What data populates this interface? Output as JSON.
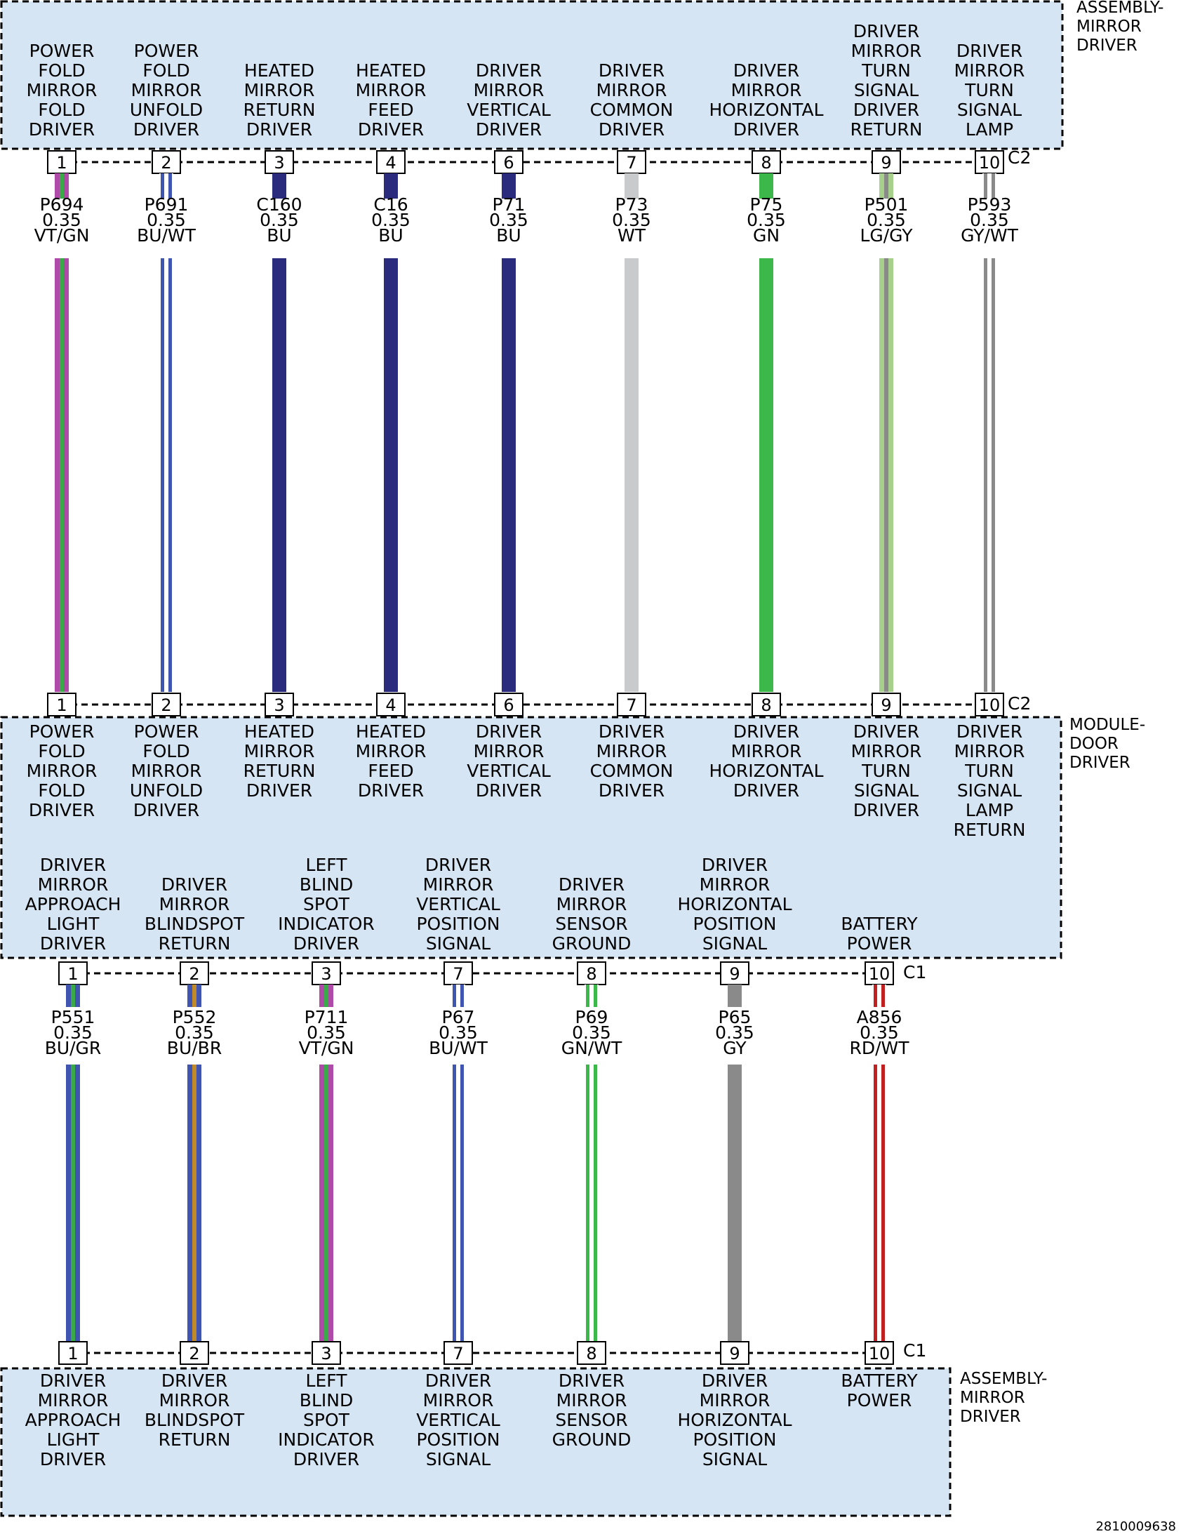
{
  "colors": {
    "panel_fill": "#d6e5f4",
    "border": "#000000",
    "VT": "#b04aa8",
    "GN": "#3aaa48",
    "BU": "#2b2b7e",
    "BU_light": "#3f55b0",
    "WT": "#ffffff",
    "LG": "#a8d08d",
    "GY": "#8a8a8a",
    "GY_light": "#c9cacc",
    "BR": "#c08a2a",
    "GR": "#3aaa48",
    "RD": "#c02020",
    "GN_wire": "#3cb84b"
  },
  "components": {
    "mirror_top": "ASSEMBLY-\nMIRROR\nDRIVER",
    "door_module": "MODULE-\nDOOR\nDRIVER",
    "mirror_bottom": "ASSEMBLY-\nMIRROR\nDRIVER"
  },
  "connectors": {
    "c2": "C2",
    "c1": "C1"
  },
  "doc_number": "2810009638",
  "c2_circuits": [
    {
      "pin": "1",
      "top_label": "POWER\nFOLD\nMIRROR\nFOLD\nDRIVER",
      "bottom_label": "POWER\nFOLD\nMIRROR\nFOLD\nDRIVER",
      "circuit": "P694",
      "gauge": "0.35",
      "color": "VT/GN",
      "style": "stripe",
      "base": "VT",
      "stripe": "GN"
    },
    {
      "pin": "2",
      "top_label": "POWER\nFOLD\nMIRROR\nUNFOLD\nDRIVER",
      "bottom_label": "POWER\nFOLD\nMIRROR\nUNFOLD\nDRIVER",
      "circuit": "P691",
      "gauge": "0.35",
      "color": "BU/WT",
      "style": "double",
      "base": "BU_light"
    },
    {
      "pin": "3",
      "top_label": "HEATED\nMIRROR\nRETURN\nDRIVER",
      "bottom_label": "HEATED\nMIRROR\nRETURN\nDRIVER",
      "circuit": "C160",
      "gauge": "0.35",
      "color": "BU",
      "style": "solid",
      "base": "BU"
    },
    {
      "pin": "4",
      "top_label": "HEATED\nMIRROR\nFEED\nDRIVER",
      "bottom_label": "HEATED\nMIRROR\nFEED\nDRIVER",
      "circuit": "C16",
      "gauge": "0.35",
      "color": "BU",
      "style": "solid",
      "base": "BU"
    },
    {
      "pin": "6",
      "top_label": "DRIVER\nMIRROR\nVERTICAL\nDRIVER",
      "bottom_label": "DRIVER\nMIRROR\nVERTICAL\nDRIVER",
      "circuit": "P71",
      "gauge": "0.35",
      "color": "BU",
      "style": "solid",
      "base": "BU"
    },
    {
      "pin": "7",
      "top_label": "DRIVER\nMIRROR\nCOMMON\nDRIVER",
      "bottom_label": "DRIVER\nMIRROR\nCOMMON\nDRIVER",
      "circuit": "P73",
      "gauge": "0.35",
      "color": "WT",
      "style": "solid",
      "base": "GY_light"
    },
    {
      "pin": "8",
      "top_label": "DRIVER\nMIRROR\nHORIZONTAL\nDRIVER",
      "bottom_label": "DRIVER\nMIRROR\nHORIZONTAL\nDRIVER",
      "circuit": "P75",
      "gauge": "0.35",
      "color": "GN",
      "style": "solid",
      "base": "GN_wire"
    },
    {
      "pin": "9",
      "top_label": "DRIVER\nMIRROR\nTURN\nSIGNAL\nDRIVER\nRETURN",
      "bottom_label": "DRIVER\nMIRROR\nTURN\nSIGNAL\nDRIVER",
      "circuit": "P501",
      "gauge": "0.35",
      "color": "LG/GY",
      "style": "stripe",
      "base": "LG",
      "stripe": "GY"
    },
    {
      "pin": "10",
      "top_label": "DRIVER\nMIRROR\nTURN\nSIGNAL\nLAMP",
      "bottom_label": "DRIVER\nMIRROR\nTURN\nSIGNAL\nLAMP\nRETURN",
      "circuit": "P593",
      "gauge": "0.35",
      "color": "GY/WT",
      "style": "double",
      "base": "GY"
    }
  ],
  "c1_circuits": [
    {
      "pin": "1",
      "top_label": "DRIVER\nMIRROR\nAPPROACH\nLIGHT\nDRIVER",
      "bottom_label": "DRIVER\nMIRROR\nAPPROACH\nLIGHT\nDRIVER",
      "circuit": "P551",
      "gauge": "0.35",
      "color": "BU/GR",
      "style": "stripe",
      "base": "BU_light",
      "stripe": "GR"
    },
    {
      "pin": "2",
      "top_label": "DRIVER\nMIRROR\nBLINDSPOT\nRETURN",
      "bottom_label": "DRIVER\nMIRROR\nBLINDSPOT\nRETURN",
      "circuit": "P552",
      "gauge": "0.35",
      "color": "BU/BR",
      "style": "stripe",
      "base": "BU_light",
      "stripe": "BR"
    },
    {
      "pin": "3",
      "top_label": "LEFT\nBLIND\nSPOT\nINDICATOR\nDRIVER",
      "bottom_label": "LEFT\nBLIND\nSPOT\nINDICATOR\nDRIVER",
      "circuit": "P711",
      "gauge": "0.35",
      "color": "VT/GN",
      "style": "stripe",
      "base": "VT",
      "stripe": "GN"
    },
    {
      "pin": "7",
      "top_label": "DRIVER\nMIRROR\nVERTICAL\nPOSITION\nSIGNAL",
      "bottom_label": "DRIVER\nMIRROR\nVERTICAL\nPOSITION\nSIGNAL",
      "circuit": "P67",
      "gauge": "0.35",
      "color": "BU/WT",
      "style": "double",
      "base": "BU_light"
    },
    {
      "pin": "8",
      "top_label": "DRIVER\nMIRROR\nSENSOR\nGROUND",
      "bottom_label": "DRIVER\nMIRROR\nSENSOR\nGROUND",
      "circuit": "P69",
      "gauge": "0.35",
      "color": "GN/WT",
      "style": "double",
      "base": "GN_wire"
    },
    {
      "pin": "9",
      "top_label": "DRIVER\nMIRROR\nHORIZONTAL\nPOSITION\nSIGNAL",
      "bottom_label": "DRIVER\nMIRROR\nHORIZONTAL\nPOSITION\nSIGNAL",
      "circuit": "P65",
      "gauge": "0.35",
      "color": "GY",
      "style": "solid",
      "base": "GY"
    },
    {
      "pin": "10",
      "top_label": "BATTERY\nPOWER",
      "bottom_label": "BATTERY\nPOWER",
      "circuit": "A856",
      "gauge": "0.35",
      "color": "RD/WT",
      "style": "double",
      "base": "RD"
    }
  ]
}
